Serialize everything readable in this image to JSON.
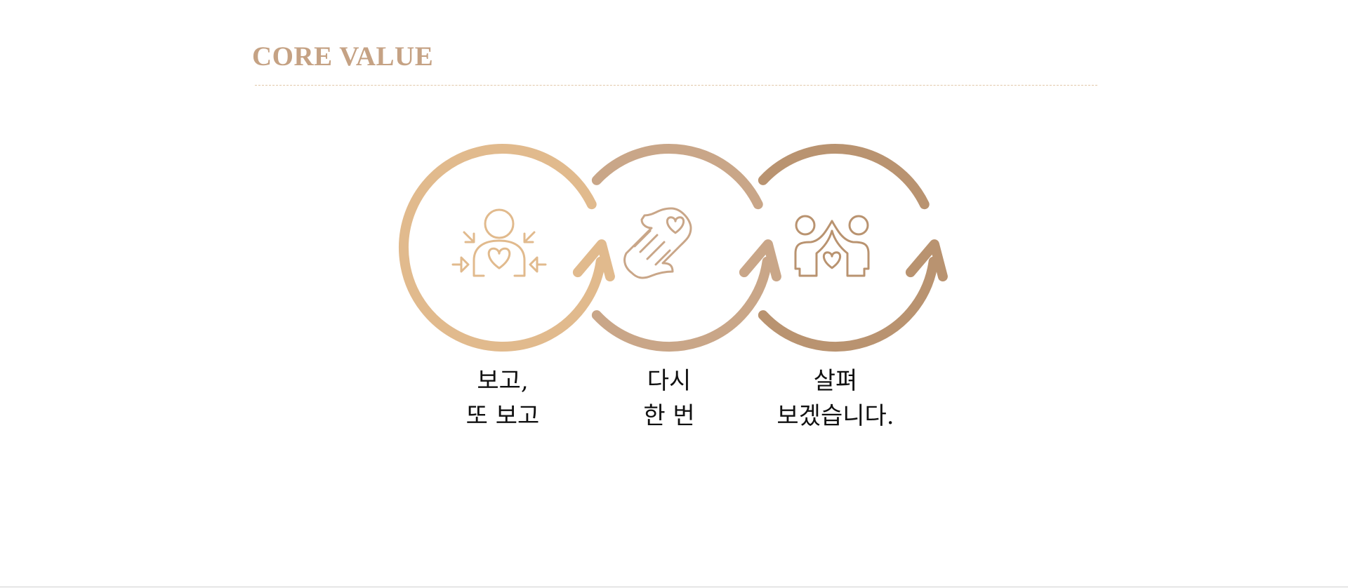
{
  "header": {
    "title": "CORE VALUE"
  },
  "colors": {
    "title": "#C5A284",
    "dash": "#E2C7A8"
  },
  "values": [
    {
      "line1": "보고,",
      "line2": "또 보고",
      "icon": "person-heart-focus-icon",
      "color": "#E1BA8D"
    },
    {
      "line1": "다시",
      "line2": "한 번",
      "icon": "hand-heart-icon",
      "color": "#C9A688"
    },
    {
      "line1": "살펴",
      "line2": "보겠습니다.",
      "icon": "people-house-heart-icon",
      "color": "#B99370"
    }
  ]
}
